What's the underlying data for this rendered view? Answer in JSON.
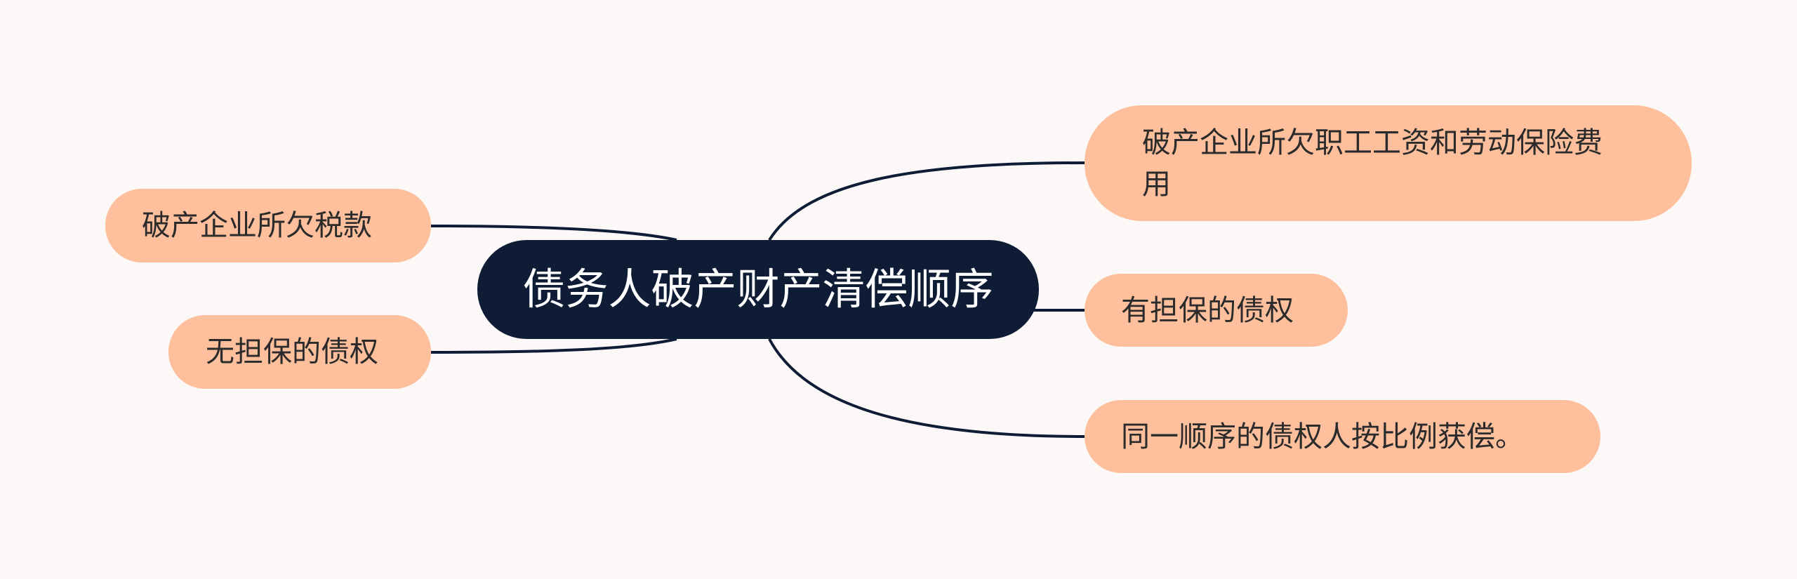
{
  "root": {
    "label": "债务人破产财产清偿顺序",
    "color": "#0e1d35",
    "text_color": "#ffffff"
  },
  "branches": {
    "left": [
      {
        "label": "破产企业所欠税款"
      },
      {
        "label": "无担保的债权"
      }
    ],
    "right": [
      {
        "label": "破产企业所欠职工工资和劳动保险费用"
      },
      {
        "label": "有担保的债权"
      },
      {
        "label": "同一顺序的债权人按比例获偿。"
      }
    ]
  },
  "colors": {
    "background": "#fcf8f8",
    "branch_fill": "#fdbf9c",
    "connector": "#0e1d35",
    "text": "#2b2b2b"
  }
}
